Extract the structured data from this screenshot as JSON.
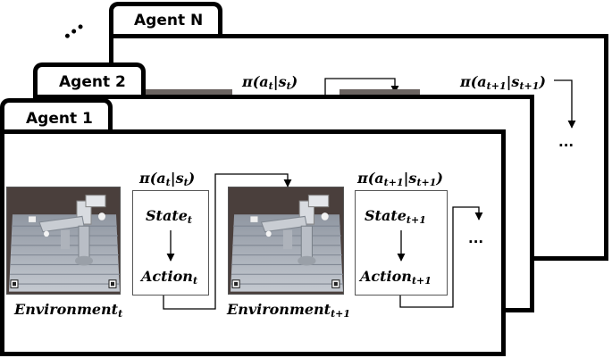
{
  "agents": {
    "back_label": "Agent N",
    "middle_label": "Agent 2",
    "front_label": "Agent 1",
    "stack_ellipsis": "•••"
  },
  "back_card": {
    "policy_t": "π(a",
    "policy_t_sub_a": "t",
    "policy_t_mid": "|s",
    "policy_t_sub_s": "t",
    "policy_t_end": ")",
    "policy_t1": "π(a",
    "policy_t1_sub_a": "t+1",
    "policy_t1_mid": "|s",
    "policy_t1_sub_s": "t+1",
    "policy_t1_end": ")",
    "continuation": "..."
  },
  "front_card": {
    "env_t": "Environment",
    "env_t_sub": "t",
    "env_t1": "Environment",
    "env_t1_sub": "t+1",
    "policy_t": "π(a",
    "policy_t_sub_a": "t",
    "policy_t_mid": "|s",
    "policy_t_sub_s": "t",
    "policy_t_end": ")",
    "policy_t1": "π(a",
    "policy_t1_sub_a": "t+1",
    "policy_t1_mid": "|s",
    "policy_t1_sub_s": "t+1",
    "policy_t1_end": ")",
    "state_t": "State",
    "state_t_sub": "t",
    "action_t": "Action",
    "action_t_sub": "t",
    "state_t1": "State",
    "state_t1_sub": "t+1",
    "action_t1": "Action",
    "action_t1_sub": "t+1",
    "continuation": "..."
  },
  "colors": {
    "border": "#000000",
    "box_border": "#555555",
    "floor": "#a7adb6",
    "robot": "#cfd3d8",
    "scene_bg": "#4a3f3c"
  },
  "icons": {
    "environment_image": "robot-arm-simulation-image"
  }
}
